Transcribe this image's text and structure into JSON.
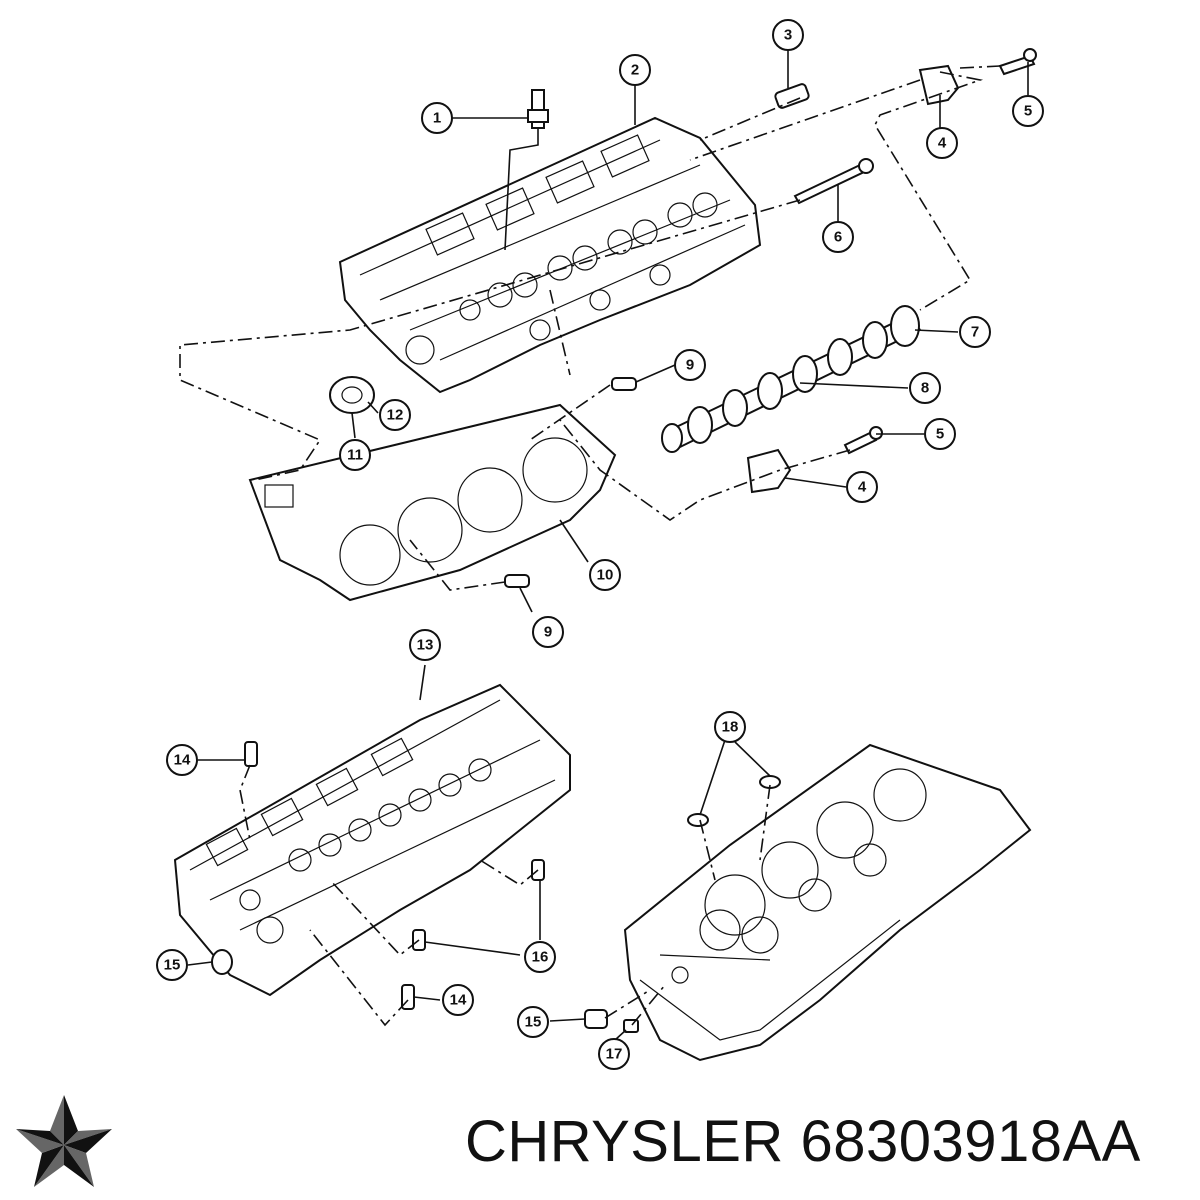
{
  "footer": {
    "brand": "CHRYSLER",
    "part_number": "68303918AA"
  },
  "logo": {
    "icon": "chrysler-pentastar-icon"
  },
  "callouts": [
    {
      "id": "c1",
      "text": "1"
    },
    {
      "id": "c2",
      "text": "2"
    },
    {
      "id": "c3",
      "text": "3"
    },
    {
      "id": "c4a",
      "text": "4"
    },
    {
      "id": "c5a",
      "text": "5"
    },
    {
      "id": "c6",
      "text": "6"
    },
    {
      "id": "c7",
      "text": "7"
    },
    {
      "id": "c8",
      "text": "8"
    },
    {
      "id": "c9a",
      "text": "9"
    },
    {
      "id": "c5b",
      "text": "5"
    },
    {
      "id": "c4b",
      "text": "4"
    },
    {
      "id": "c12",
      "text": "12"
    },
    {
      "id": "c11",
      "text": "11"
    },
    {
      "id": "c10",
      "text": "10"
    },
    {
      "id": "c9b",
      "text": "9"
    },
    {
      "id": "c13",
      "text": "13"
    },
    {
      "id": "c14a",
      "text": "14"
    },
    {
      "id": "c18",
      "text": "18"
    },
    {
      "id": "c16",
      "text": "16"
    },
    {
      "id": "c15a",
      "text": "15"
    },
    {
      "id": "c14b",
      "text": "14"
    },
    {
      "id": "c15b",
      "text": "15"
    },
    {
      "id": "c17",
      "text": "17"
    }
  ]
}
